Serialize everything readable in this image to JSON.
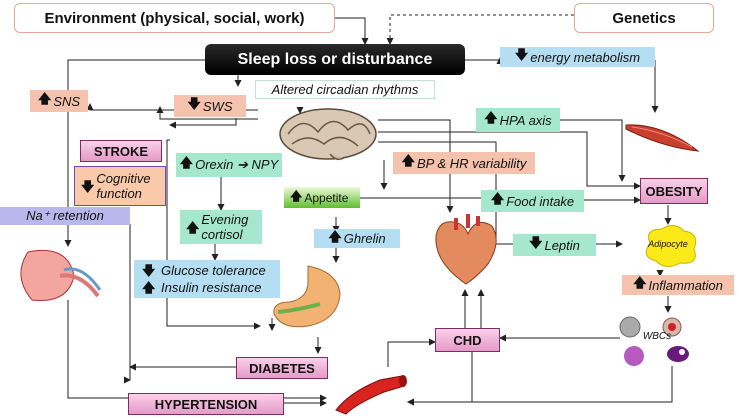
{
  "nodes": {
    "environment": "Environment (physical, social, work)",
    "genetics": "Genetics",
    "sleep_loss": "Sleep loss or disturbance",
    "energy_metabolism": "energy metabolism",
    "altered_circadian": "Altered circadian rhythms",
    "sns": "SNS",
    "sws": "SWS",
    "hpa_axis": "HPA axis",
    "stroke": "STROKE",
    "cognitive_function": "Cognitive function",
    "na_retention": "Na⁺ retention",
    "orexin_npy": "Orexin ➔ NPY",
    "bp_hr": "BP & HR variability",
    "obesity": "OBESITY",
    "appetite": "Appetite",
    "food_intake": "Food intake",
    "evening_cortisol": "Evening cortisol",
    "ghrelin": "Ghrelin",
    "leptin": "Leptin",
    "adipocyte": "Adipocyte",
    "glucose_tolerance": "Glucose tolerance",
    "insulin_resistance": "Insulin resistance",
    "inflammation": "Inflammation",
    "wbcs": "WBCs",
    "chd": "CHD",
    "diabetes": "DIABETES",
    "hypertension": "HYPERTENSION"
  },
  "arrows": {
    "up": "🡅",
    "down": "🡇"
  },
  "colors": {
    "blue_box": "#b6def3",
    "salmon_box": "#f4c2ad",
    "teal_box": "#a5e8cf",
    "pink_box": "#e59ac8",
    "lavender_box": "#b8b8ec",
    "green_box": "#5fbe2e"
  }
}
